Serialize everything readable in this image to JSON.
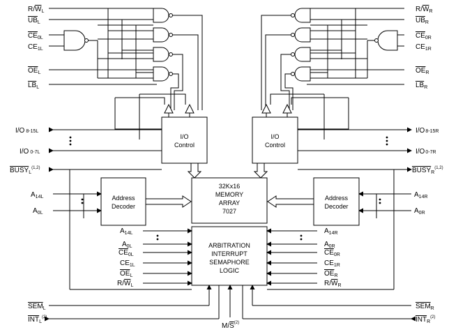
{
  "left_signals": {
    "rw": {
      "main": "R/",
      "bar": "W",
      "sub": "L"
    },
    "ub": {
      "bar": "UB",
      "sub": "L"
    },
    "ce0": {
      "bar": "CE",
      "sub": "0L"
    },
    "ce1": {
      "main": "CE",
      "sub": "1L"
    },
    "oe": {
      "bar": "OE",
      "sub": "L"
    },
    "lb": {
      "bar": "LB",
      "sub": "L"
    },
    "io_hi": {
      "main": "I/O",
      "sub": "8-15L"
    },
    "io_lo": {
      "main": "I/O",
      "sub": "0-7L"
    },
    "busy": {
      "bar": "BUSY",
      "sub": "L",
      "sup": "(1,2)"
    },
    "a14": {
      "main": "A",
      "sub": "14L"
    },
    "a0": {
      "main": "A",
      "sub": "0L"
    },
    "sem": {
      "bar": "SEM",
      "sub": "L"
    },
    "int": {
      "bar": "INT",
      "sub": "L",
      "sup": "(2)"
    }
  },
  "right_signals": {
    "rw": {
      "main": "R/",
      "bar": "W",
      "sub": "R"
    },
    "ub": {
      "bar": "UB",
      "sub": "R"
    },
    "ce0": {
      "bar": "CE",
      "sub": "0R"
    },
    "ce1": {
      "main": "CE",
      "sub": "1R"
    },
    "oe": {
      "bar": "OE",
      "sub": "R"
    },
    "lb": {
      "bar": "LB",
      "sub": "R"
    },
    "io_hi": {
      "main": "I/O",
      "sub": "8-15R"
    },
    "io_lo": {
      "main": "I/O",
      "sub": "0-7R"
    },
    "busy": {
      "bar": "BUSY",
      "sub": "R",
      "sup": "(1,2)"
    },
    "a14": {
      "main": "A",
      "sub": "14R"
    },
    "a0": {
      "main": "A",
      "sub": "0R"
    },
    "sem": {
      "bar": "SEM",
      "sub": "R"
    },
    "int": {
      "bar": "INT",
      "sub": "R",
      "sup": "(2)"
    }
  },
  "center_left_inputs": {
    "a14": {
      "main": "A",
      "sub": "14L"
    },
    "a0": {
      "main": "A",
      "sub": "0L"
    },
    "ce0": {
      "bar": "CE",
      "sub": "0L"
    },
    "ce1": {
      "main": "CE",
      "sub": "1L"
    },
    "oe": {
      "bar": "OE",
      "sub": "L"
    },
    "rw": {
      "main": "R/",
      "bar": "W",
      "sub": "L"
    }
  },
  "center_right_inputs": {
    "a14": {
      "main": "A",
      "sub": "14R"
    },
    "a0": {
      "main": "A",
      "sub": "0R"
    },
    "ce0": {
      "bar": "CE",
      "sub": "0R"
    },
    "ce1": {
      "main": "CE",
      "sub": "1R"
    },
    "oe": {
      "bar": "OE",
      "sub": "R"
    },
    "rw": {
      "main": "R/",
      "bar": "W",
      "sub": "R"
    }
  },
  "blocks": {
    "io_control_left": [
      "I/O",
      "Control"
    ],
    "io_control_right": [
      "I/O",
      "Control"
    ],
    "memory_array": [
      "32Kx16",
      "MEMORY",
      "ARRAY",
      "7027"
    ],
    "address_decoder_left": [
      "Address",
      "Decoder"
    ],
    "address_decoder_right": [
      "Address",
      "Decoder"
    ],
    "arbitration_logic": [
      "ARBITRATION",
      "INTERRUPT",
      "SEMAPHORE",
      "LOGIC"
    ]
  },
  "bottom_signal": {
    "main": "M/",
    "bar": "S",
    "sup": "(2)"
  }
}
